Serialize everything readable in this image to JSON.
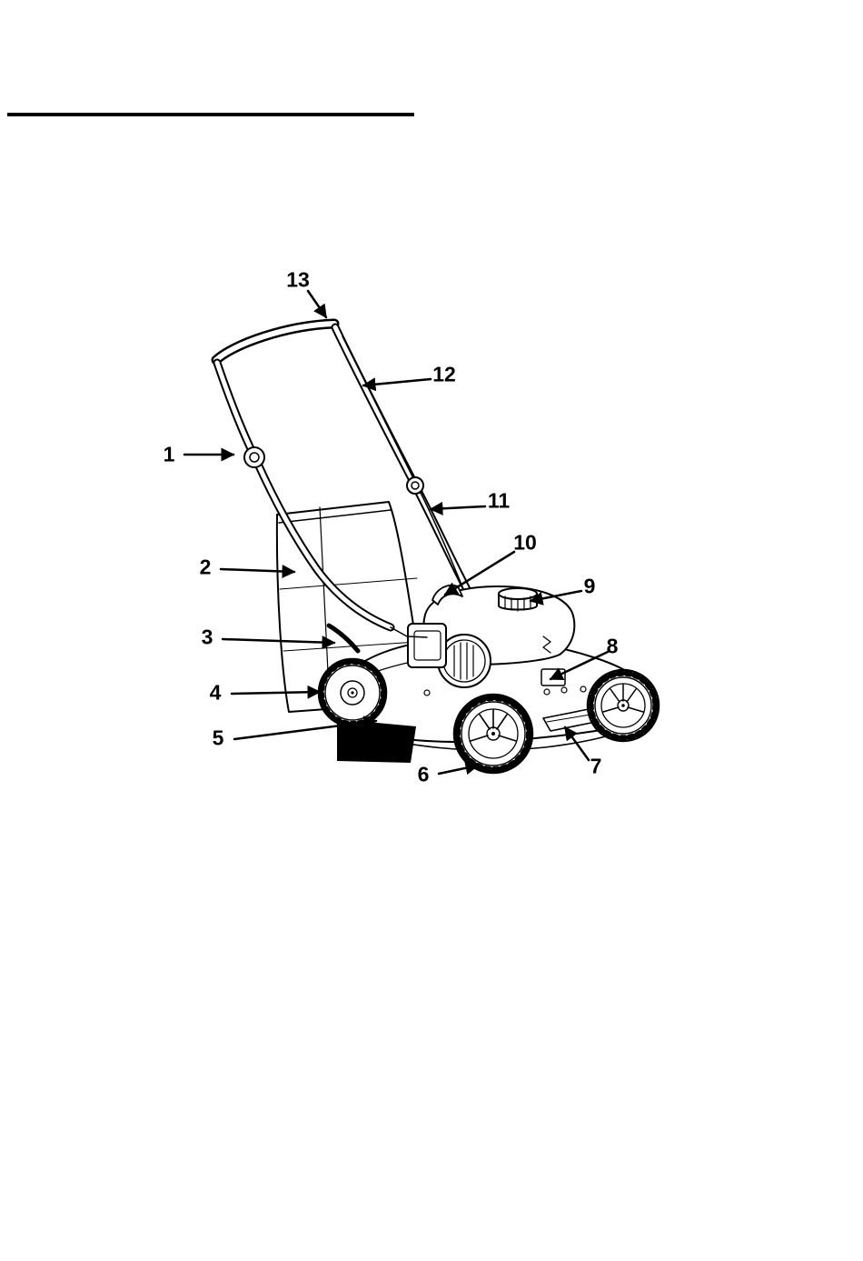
{
  "colors": {
    "ink": "#000000",
    "paper": "#ffffff"
  },
  "figure": {
    "callouts": [
      {
        "label": "1"
      },
      {
        "label": "2"
      },
      {
        "label": "3"
      },
      {
        "label": "4"
      },
      {
        "label": "5"
      },
      {
        "label": "6"
      },
      {
        "label": "7"
      },
      {
        "label": "8"
      },
      {
        "label": "9"
      },
      {
        "label": "10"
      },
      {
        "label": "11"
      },
      {
        "label": "12"
      },
      {
        "label": "13"
      }
    ]
  }
}
